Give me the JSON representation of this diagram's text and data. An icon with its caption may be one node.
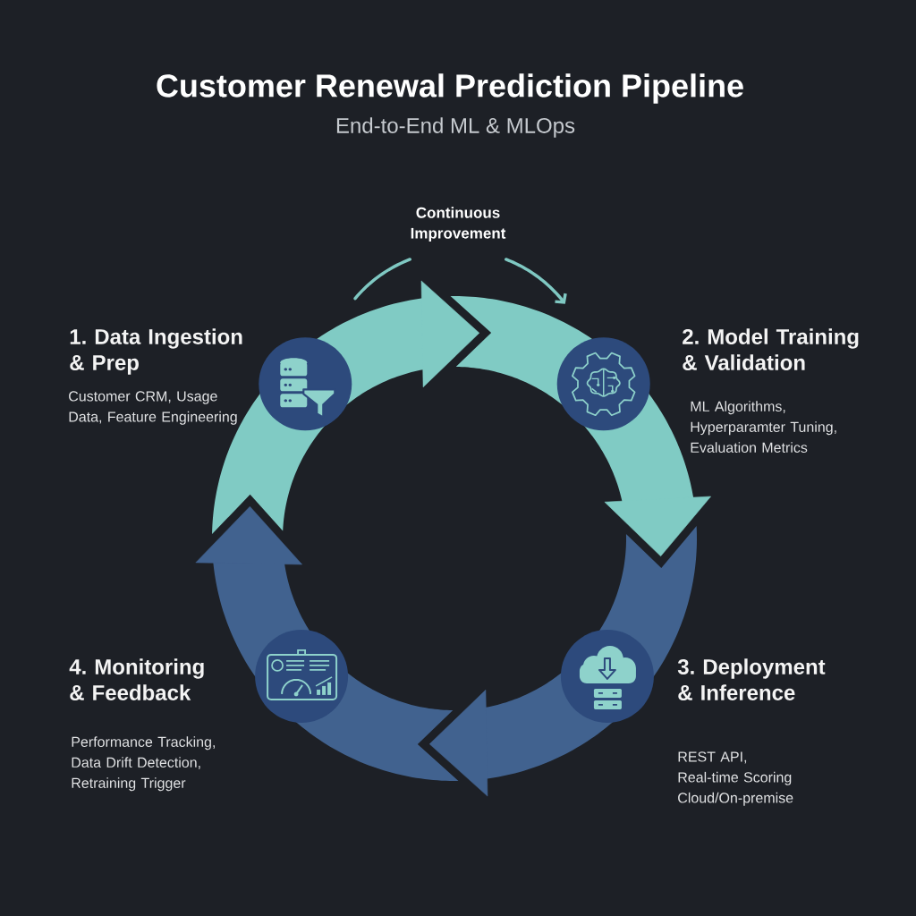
{
  "diagram": {
    "title": "Customer Renewal Prediction Pipeline",
    "nodes": [
      {
        "text": [
          "1. Data Ingestion & Prep",
          "Customer CRM, Usage Data, Feature Engineering"
        ]
      },
      {
        "text": [
          "2. Model Training & Validation",
          "ML Algorithms, Hyperparamter Tuning, Evaluation Metrics"
        ]
      },
      {
        "text": [
          "3. Deployment & Inference",
          "REST API, Real-time Scoring Cloud/On-premise"
        ]
      },
      {
        "text": [
          "4. Monitoring & Feedback",
          "Performance Tracking, Data Drift Detection, Retraining Trigger"
        ]
      }
    ],
    "edges": [
      {
        "from": 0,
        "to": 1,
        "arrow": "to",
        "color": "#80cbc4"
      },
      {
        "from": 1,
        "to": 2,
        "arrow": "to",
        "color": "#80cbc4"
      },
      {
        "from": 2,
        "to": 3,
        "arrow": "to",
        "color": "#41628f"
      },
      {
        "from": 3,
        "to": 0,
        "arrow": "to",
        "color": "#41628f"
      }
    ],
    "labels": [
      "End-to-End ML & MLOps",
      "Continuous Improvement"
    ]
  }
}
